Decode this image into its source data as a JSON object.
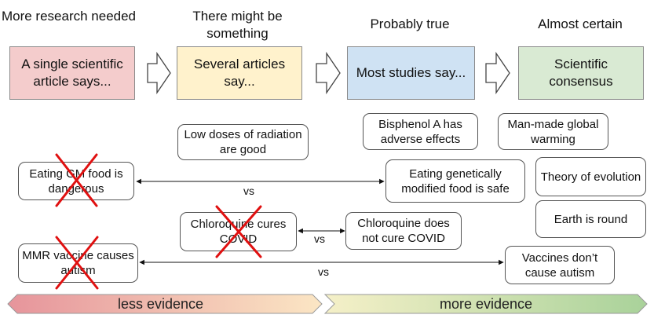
{
  "headers": [
    "More research needed",
    "There might be something",
    "Probably true",
    "Almost certain"
  ],
  "stages": [
    {
      "label": "A single scientific article says...",
      "color": "#f4cccc"
    },
    {
      "label": "Several articles say...",
      "color": "#fff2cc"
    },
    {
      "label": "Most studies say...",
      "color": "#cfe2f3"
    },
    {
      "label": "Scientific consensus",
      "color": "#d9ead3"
    }
  ],
  "claims": {
    "low_radiation": "Low doses of radiation are good",
    "bisphenol": "Bisphenol A has adverse effects",
    "global_warming": "Man-made global warming",
    "gm_dangerous": "Eating GM food is dangerous",
    "gm_safe": "Eating genetically modified food is safe",
    "evolution": "Theory of evolution",
    "earth_round": "Earth is round",
    "chloroquine_cures": "Chloroquine cures COVID",
    "chloroquine_not": "Chloroquine does not cure COVID",
    "mmr_autism": "MMR vaccine causes autism",
    "vaccines_no_autism": "Vaccines don’t cause autism"
  },
  "vs_label": "vs",
  "evidence_bar": {
    "left": "less evidence",
    "right": "more evidence",
    "left_colors": [
      "#e6949b",
      "#fbe6c4"
    ],
    "right_colors": [
      "#f5f0c8",
      "#a9d29a"
    ]
  },
  "debunk_mark_color": "#e01010"
}
